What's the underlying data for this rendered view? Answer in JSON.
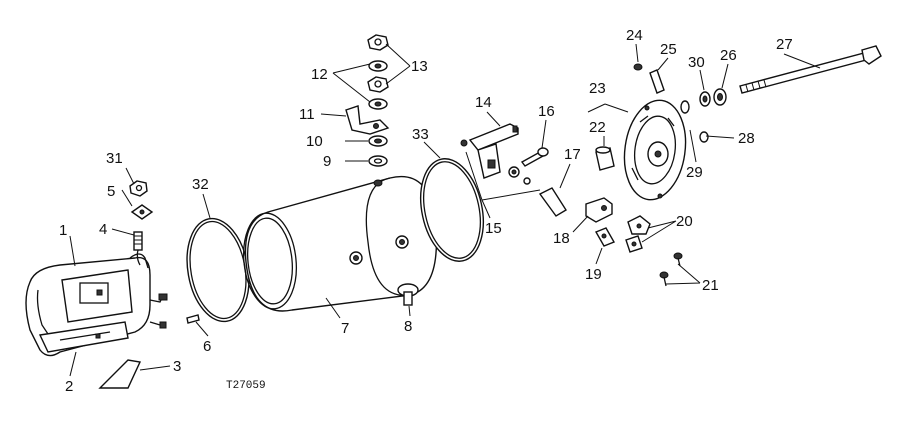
{
  "caption": "T27059",
  "callouts": [
    "1",
    "2",
    "3",
    "4",
    "5",
    "6",
    "7",
    "8",
    "9",
    "10",
    "11",
    "12",
    "13",
    "14",
    "15",
    "16",
    "17",
    "18",
    "19",
    "20",
    "21",
    "22",
    "23",
    "24",
    "25",
    "26",
    "27",
    "28",
    "29",
    "30",
    "31",
    "32",
    "33"
  ],
  "colors": {
    "ink": "#111111",
    "background": "#ffffff"
  }
}
